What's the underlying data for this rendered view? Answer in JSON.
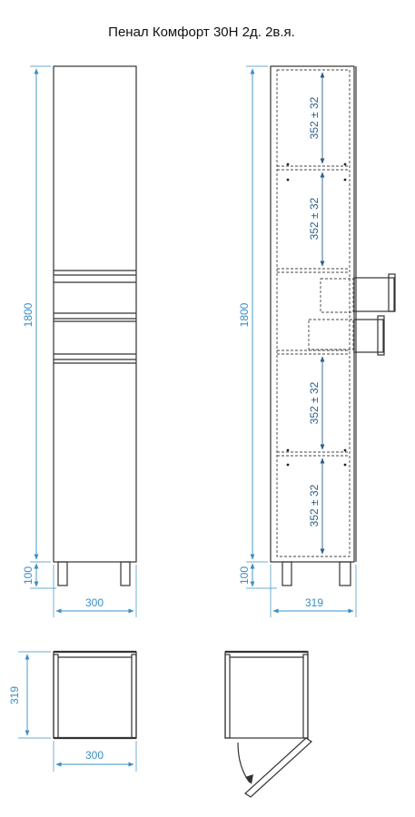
{
  "title": "Пенал Комфорт 30Н 2д. 2в.я.",
  "colors": {
    "line": "#333333",
    "dimension": "#3a8fc4",
    "shelf_dimension": "#2a5f8a",
    "fill": "#ffffff"
  },
  "dimensions": {
    "front": {
      "height": "1800",
      "legs": "100",
      "width": "300"
    },
    "side": {
      "height": "1800",
      "legs": "100",
      "depth": "319"
    },
    "shelf_spacing": [
      "352 ± 32",
      "352 ± 32",
      "352 ± 32",
      "352 ± 32"
    ],
    "plan_left": {
      "depth": "319",
      "width": "300"
    }
  }
}
